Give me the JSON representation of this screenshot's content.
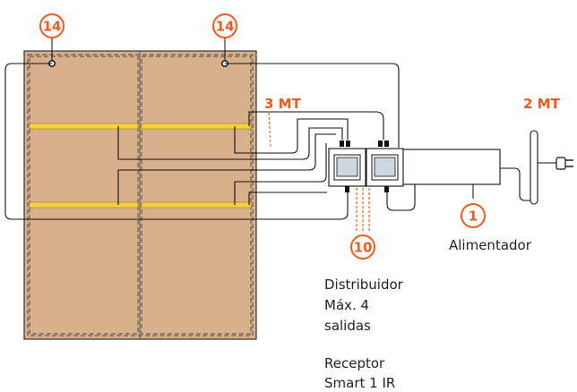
{
  "colors": {
    "panel": "#d9b08c",
    "dash": "#4a4a4a",
    "led": "#f5d140",
    "accent": "#f25a1c",
    "wire": "#111111"
  },
  "badges": {
    "panel_left": "14",
    "panel_right": "14",
    "power_supply": "1",
    "distributor": "10"
  },
  "cable_lengths": {
    "main": "3 MT",
    "power": "2 MT"
  },
  "labels": {
    "power_supply": "Alimentador",
    "distributor_line1": "Distribuidor",
    "distributor_line2": "Máx. 4",
    "distributor_line3": "salidas",
    "receiver_line1": "Receptor",
    "receiver_line2": "Smart 1 IR"
  }
}
